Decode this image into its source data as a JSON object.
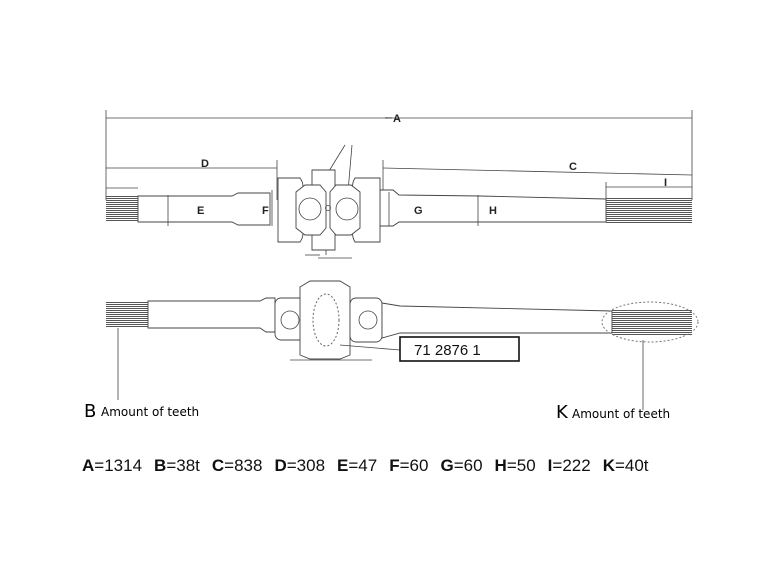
{
  "drawing": {
    "dimension_labels": {
      "A": "A",
      "C": "C",
      "D": "D",
      "E": "E",
      "F": "F",
      "G": "G",
      "H": "H",
      "I": "I"
    },
    "part_number": "71 2876 1",
    "callouts": [
      {
        "letter": "B",
        "text": "Amount of teeth"
      },
      {
        "letter": "K",
        "text": "Amount of teeth"
      }
    ]
  },
  "values": [
    {
      "key": "A",
      "value": "=1314"
    },
    {
      "key": "B",
      "value": "=38t"
    },
    {
      "key": "C",
      "value": "=838"
    },
    {
      "key": "D",
      "value": "=308"
    },
    {
      "key": "E",
      "value": "=47"
    },
    {
      "key": "F",
      "value": "=60"
    },
    {
      "key": "G",
      "value": "=60"
    },
    {
      "key": "H",
      "value": "=50"
    },
    {
      "key": "I",
      "value": "=222"
    },
    {
      "key": "K",
      "value": "=40t"
    }
  ]
}
